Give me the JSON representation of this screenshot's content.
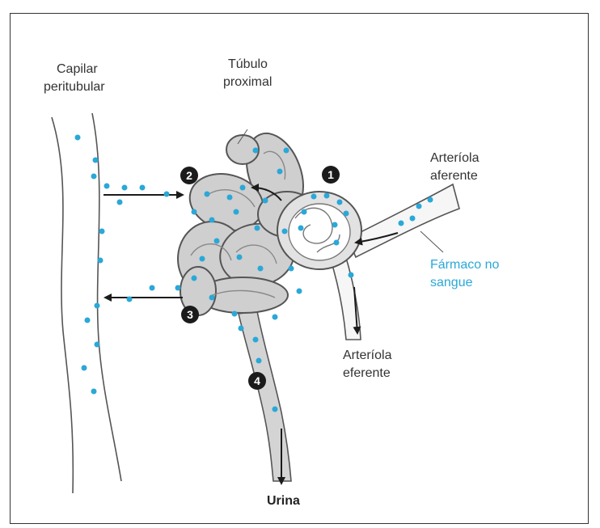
{
  "labels": {
    "capilar_line1": "Capilar",
    "capilar_line2": "peritubular",
    "tubulo_line1": "Túbulo",
    "tubulo_line2": "proximal",
    "aferente_line1": "Arteríola",
    "aferente_line2": "aferente",
    "farmaco_line1": "Fármaco no",
    "farmaco_line2": "sangue",
    "eferente_line1": "Arteríola",
    "eferente_line2": "eferente",
    "urina": "Urina"
  },
  "steps": [
    "1",
    "2",
    "3",
    "4"
  ],
  "colors": {
    "drug_dot": "#2aa8d8",
    "tubule_fill": "#cfcfcf",
    "tubule_stroke": "#555555",
    "badge": "#1b1b1b",
    "outline": "#333333"
  }
}
